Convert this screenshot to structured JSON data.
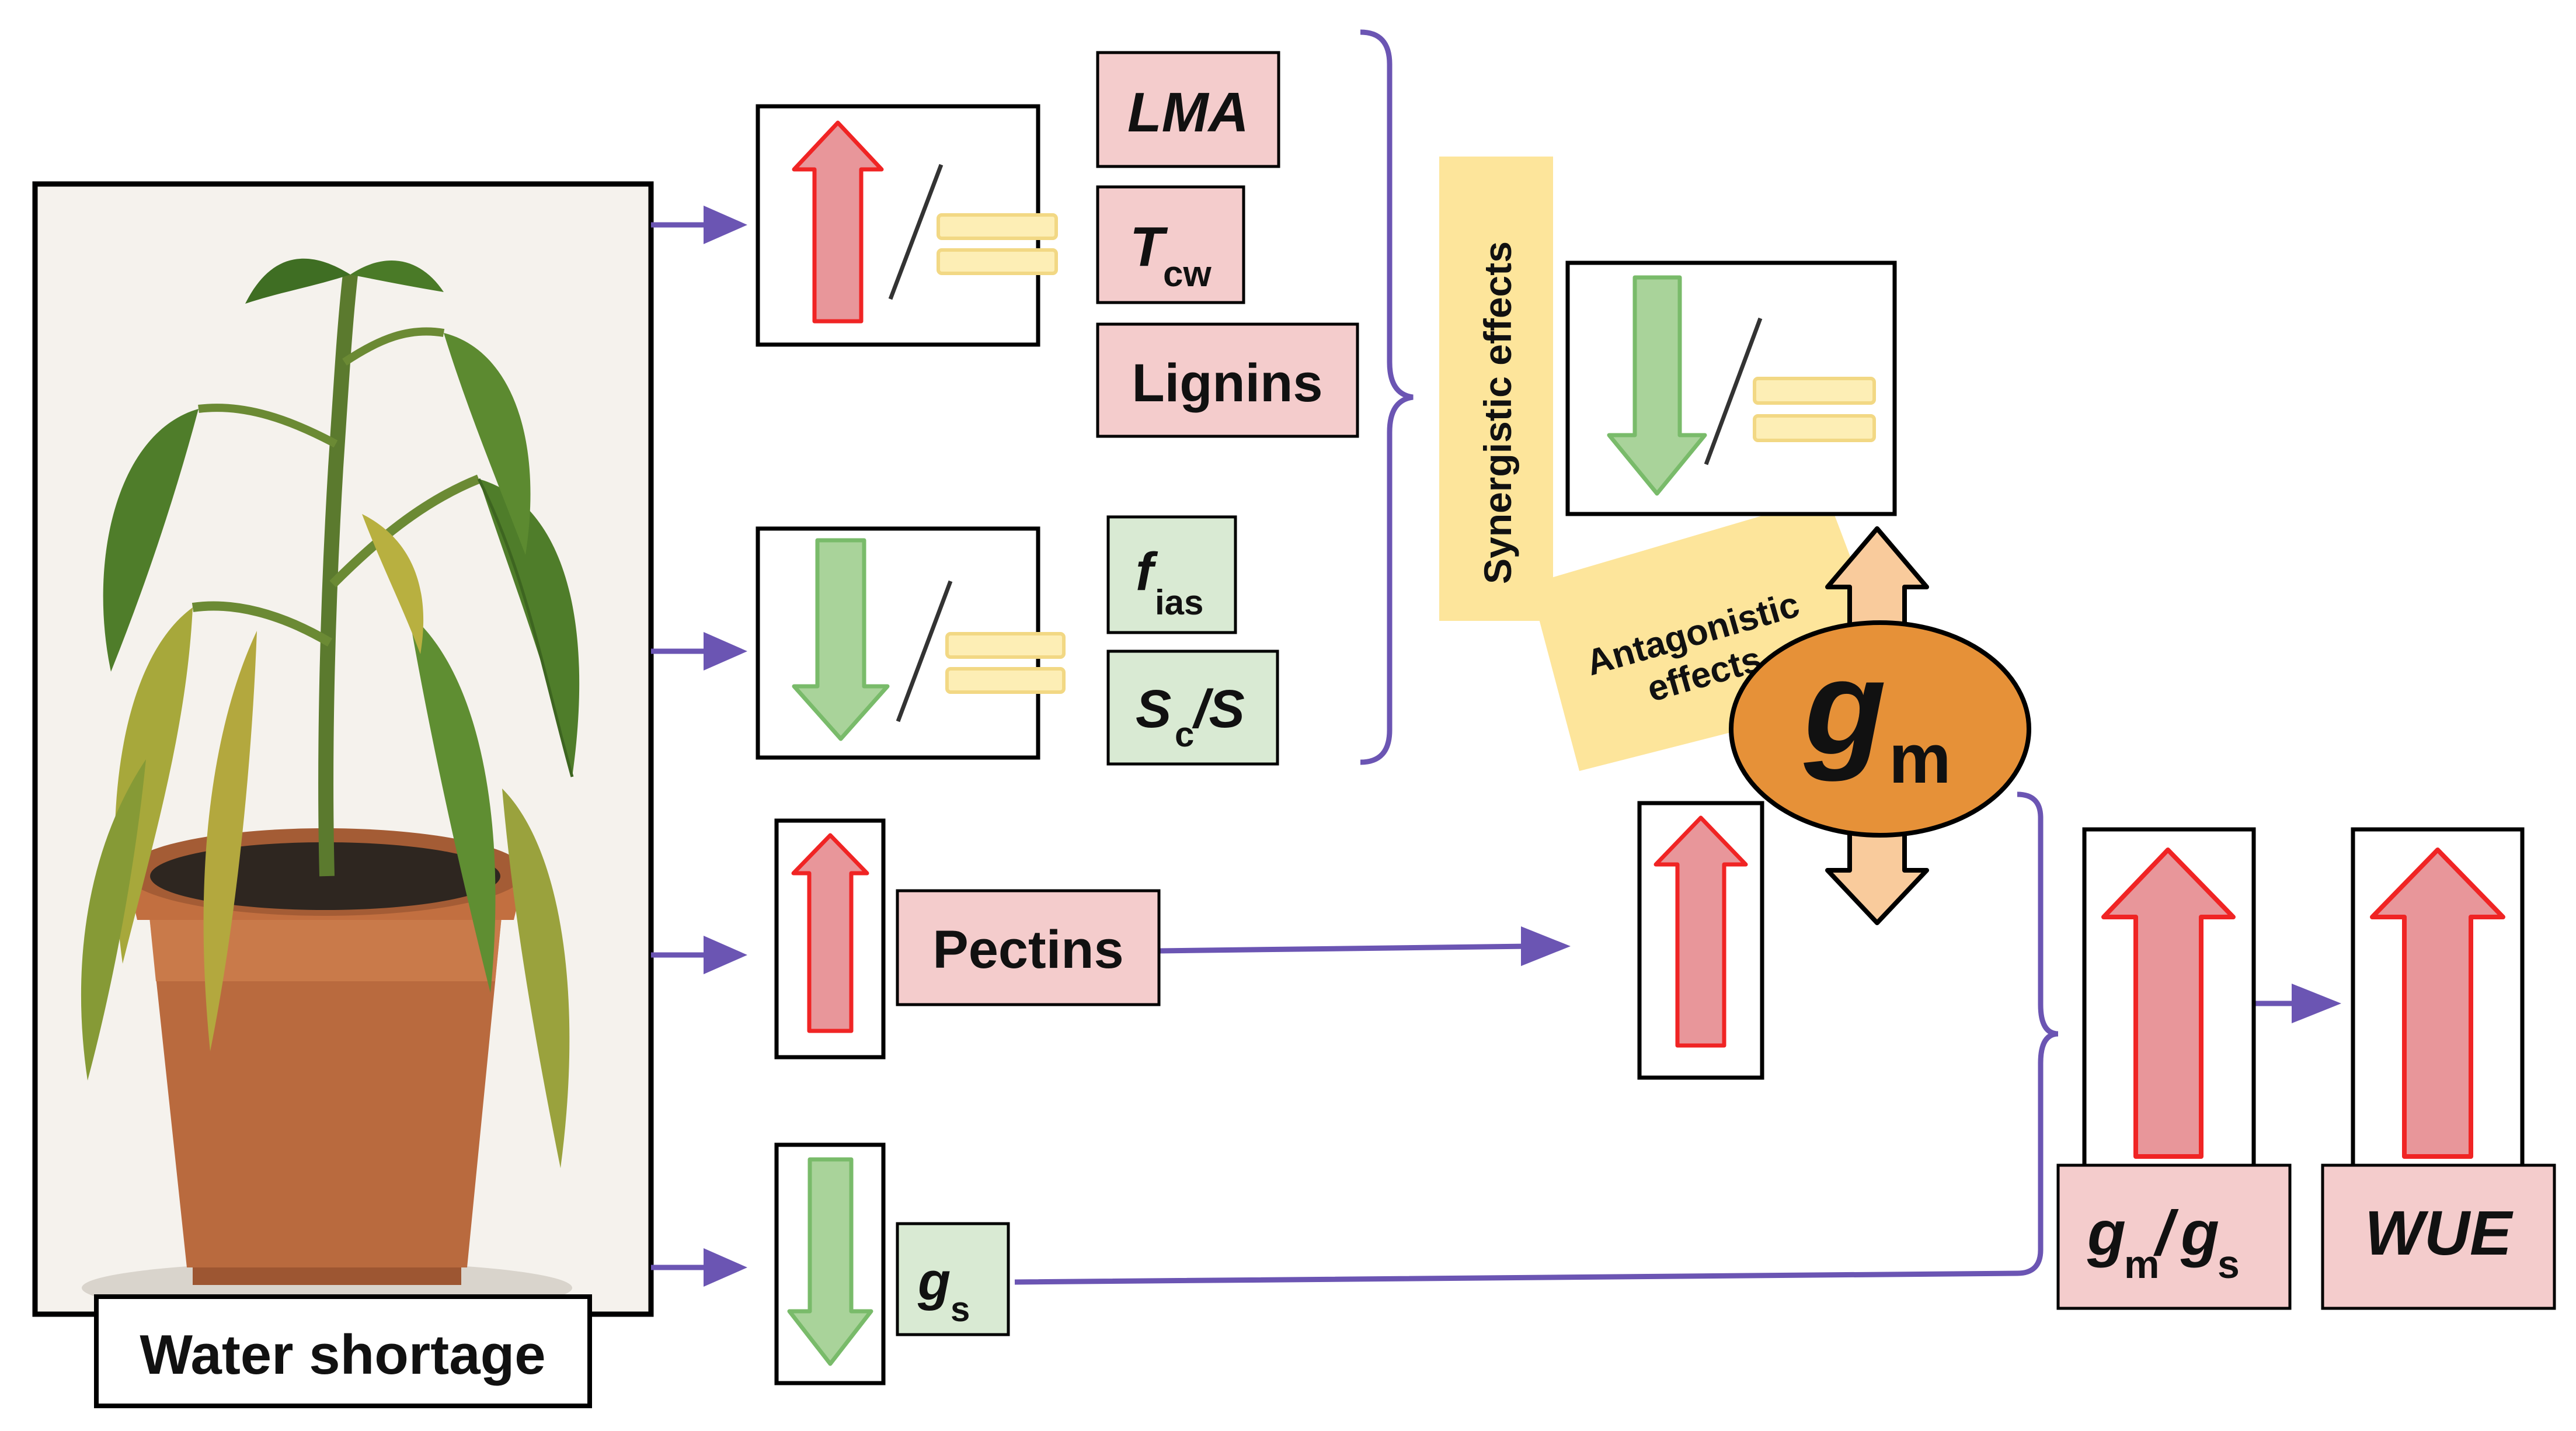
{
  "colors": {
    "connector": "#6b55b3",
    "up_fill": "#e8969a",
    "up_stroke": "#f02424",
    "down_fill": "#a9d39a",
    "down_stroke": "#79bb6a",
    "equal_fill": "#fdeeb5",
    "equal_stroke": "#f2d884",
    "pink_box": "#f4cccc",
    "green_box": "#d9ead3",
    "effects_band": "#fde59b",
    "gm_ellipse": "#e69138",
    "gm_arrow_fill": "#f9cb9c"
  },
  "plant": {
    "caption": "Water shortage"
  },
  "traits": {
    "lma": "LMA",
    "tcw": {
      "main": "T",
      "sub": "cw"
    },
    "lignins": "Lignins",
    "fias": {
      "main": "f",
      "sub": "ias"
    },
    "scs": {
      "main": "S",
      "sub": "c",
      "rest": "/S"
    },
    "pectins": "Pectins",
    "gs": {
      "main": "g",
      "sub": "s"
    }
  },
  "effects": {
    "synergistic": "Synergistic effects",
    "antagonistic_line1": "Antagonistic",
    "antagonistic_line2": "effects"
  },
  "gm": {
    "main": "g",
    "sub": "m"
  },
  "ratio": {
    "main1": "g",
    "sub1": "m",
    "slash": "/",
    "main2": "g",
    "sub2": "s"
  },
  "wue": "WUE"
}
